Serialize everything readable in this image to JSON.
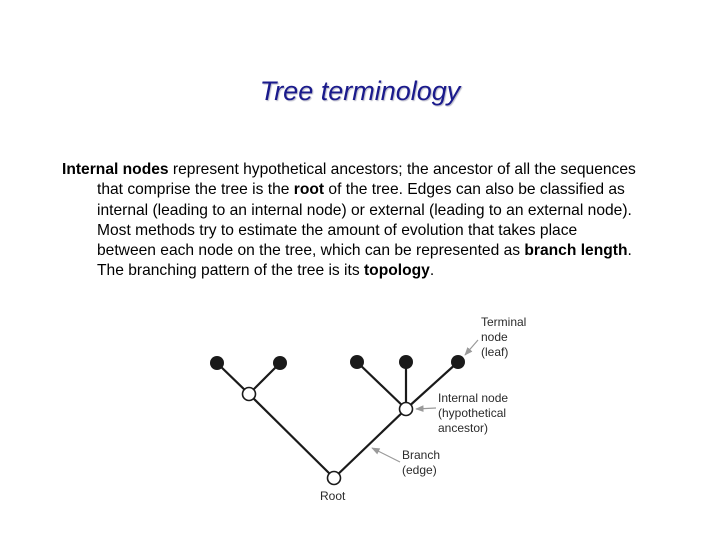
{
  "slide": {
    "title": "Tree terminology",
    "paragraph": {
      "internal_nodes": "Internal nodes",
      "seg1": " represent hypothetical ancestors; the ancestor of all the sequences",
      "seg2": "that comprise the tree is the ",
      "root": "root",
      "seg3": " of the tree.  Edges can also be classified as",
      "seg4": "internal (leading to an internal node) or external (leading to an external node).",
      "seg5": "Most methods try to estimate the amount of evolution that takes place",
      "seg6": "between each node on the tree, which can be represented as ",
      "branch_length": "branch length",
      "seg7": ".",
      "seg8": "The branching pattern of the tree is its ",
      "topology": "topology",
      "seg9": "."
    }
  },
  "diagram": {
    "labels": {
      "terminal": [
        "Terminal",
        "node",
        "(leaf)"
      ],
      "internal": [
        "Internal node",
        "(hypothetical",
        "ancestor)"
      ],
      "branch": [
        "Branch",
        "(edge)"
      ],
      "root": "Root"
    }
  }
}
